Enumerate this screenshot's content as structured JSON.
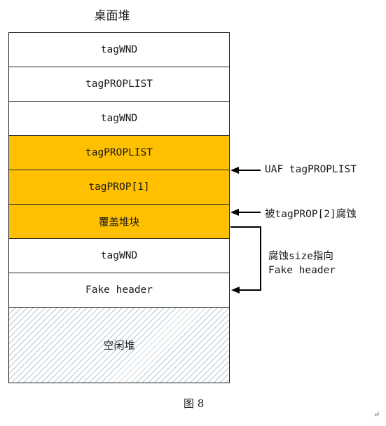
{
  "title": "桌面堆",
  "blocks": [
    {
      "label": "tagWND",
      "highlight": false
    },
    {
      "label": "tagPROPLIST",
      "highlight": false
    },
    {
      "label": "tagWND",
      "highlight": false
    },
    {
      "label": "tagPROPLIST",
      "highlight": true
    },
    {
      "label": "tagPROP[1]",
      "highlight": true
    },
    {
      "label": "覆盖堆块",
      "highlight": true
    },
    {
      "label": "tagWND",
      "highlight": false
    },
    {
      "label": "Fake header",
      "highlight": false
    }
  ],
  "free_block": {
    "label": "空闲堆"
  },
  "annotations": {
    "uaf": "UAF tagPROPLIST",
    "corrupted": "被tagPROP[2]腐蚀",
    "pointer_line1": "腐蚀size指向",
    "pointer_line2": "Fake header"
  },
  "caption": "图 8",
  "colors": {
    "highlight": "#ffc000",
    "border": "#222222",
    "hatch": "#b7c9d4"
  }
}
